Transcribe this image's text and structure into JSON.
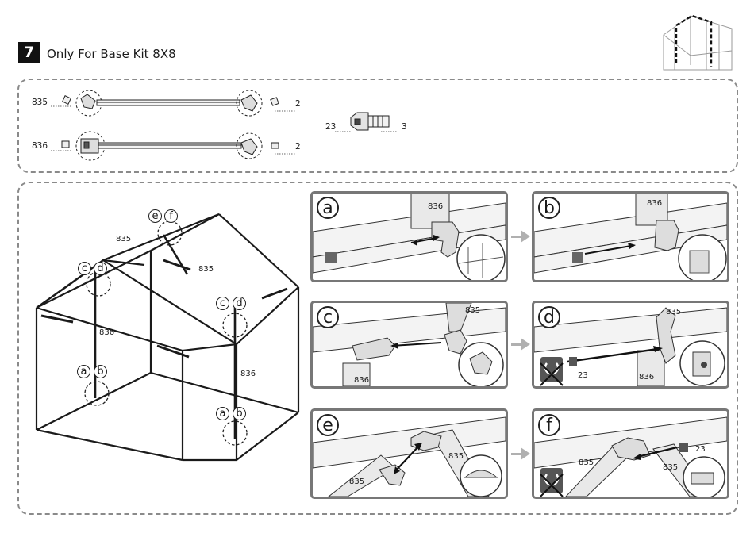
{
  "step": {
    "number": "7",
    "title": "Only For Base Kit 8X8"
  },
  "parts": {
    "p835": {
      "code": "835",
      "qty": "2"
    },
    "p836": {
      "code": "836",
      "qty": "2"
    },
    "p23": {
      "code": "23",
      "qty": "3"
    }
  },
  "overview": {
    "labels": {
      "ridge": "835",
      "rafter": "835",
      "post_left": "836",
      "post_right": "836"
    },
    "callouts": {
      "e": "e",
      "f": "f",
      "c": "c",
      "d": "d",
      "a": "a",
      "b": "b"
    }
  },
  "panels": {
    "a": {
      "letter": "a",
      "part": "836"
    },
    "b": {
      "letter": "b",
      "part": "836"
    },
    "c": {
      "letter": "c",
      "part_top": "835",
      "part_bottom": "836"
    },
    "d": {
      "letter": "d",
      "part_top": "835",
      "part_bottom": "836",
      "screw": "23"
    },
    "e": {
      "letter": "e",
      "part_left": "835",
      "part_right": "835"
    },
    "f": {
      "letter": "f",
      "part_left": "835",
      "part_right": "835",
      "screw": "23"
    }
  },
  "icons": {
    "greenhouse_thumb": "greenhouse-icon",
    "wrench_no": "no-wrench-icon",
    "next_arrow": "arrow-right-icon"
  }
}
